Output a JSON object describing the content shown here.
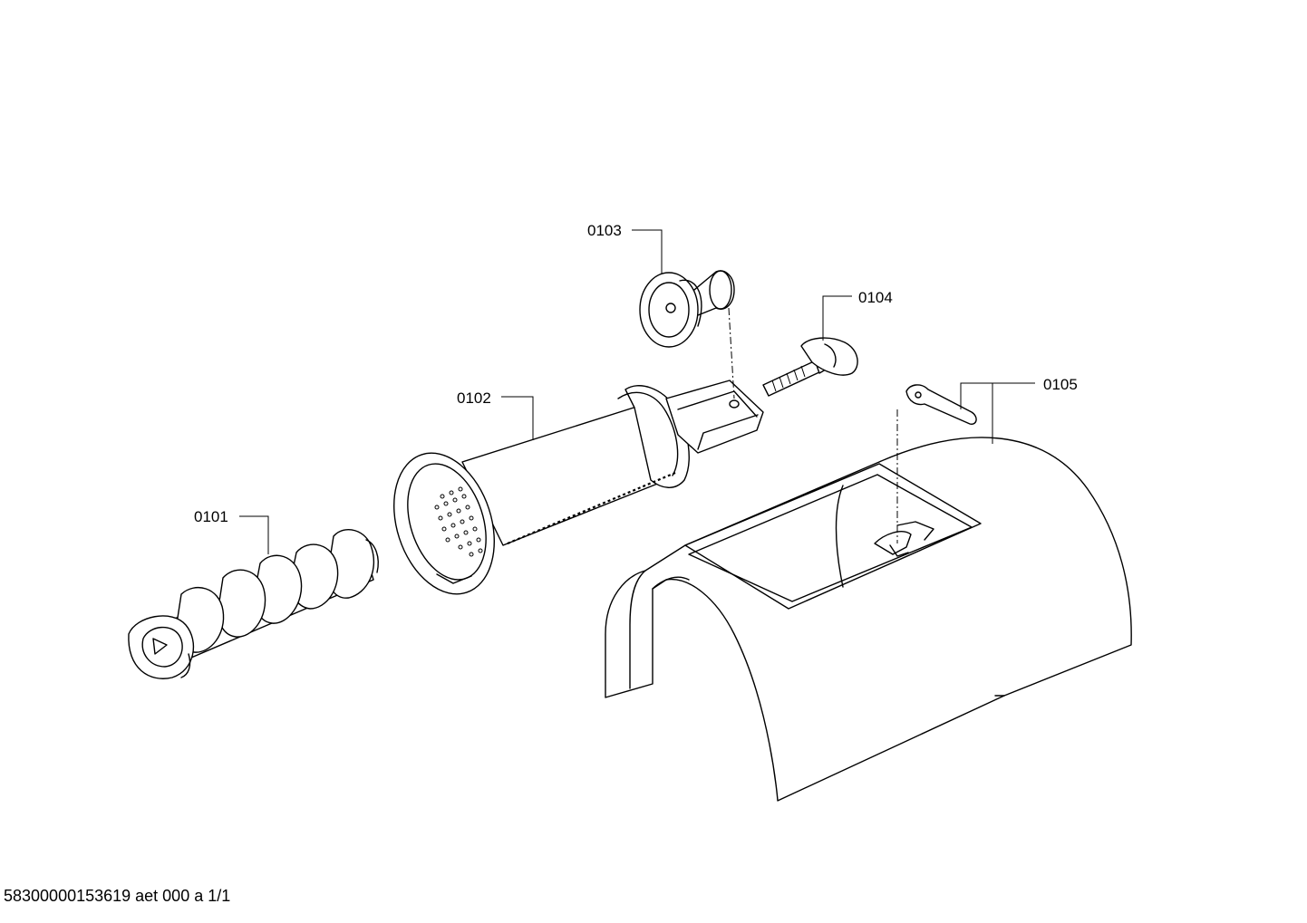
{
  "callouts": [
    {
      "id": "0101",
      "label": "0101"
    },
    {
      "id": "0102",
      "label": "0102"
    },
    {
      "id": "0103",
      "label": "0103"
    },
    {
      "id": "0104",
      "label": "0104"
    },
    {
      "id": "0105",
      "label": "0105"
    }
  ],
  "footer": {
    "document_code": "58300000153619 aet 000 a 1/1"
  }
}
